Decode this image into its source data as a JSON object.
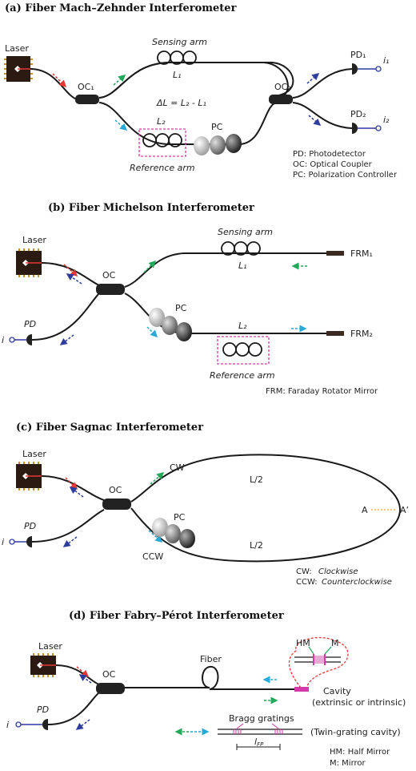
{
  "panel_a": {
    "title": "(a) Fiber Mach–Zehnder Interferometer",
    "laser": "Laser",
    "sensing_arm": "Sensing arm",
    "reference_arm": "Reference arm",
    "oc1": "OC₁",
    "oc2": "OC₂",
    "l1": "L₁",
    "l2": "L₂",
    "delta_l": "ΔL = L₂ - L₁",
    "pc": "PC",
    "pd1": "PD₁",
    "pd2": "PD₂",
    "i1": "i₁",
    "i2": "i₂",
    "legend": [
      "PD: Photodetector",
      "OC: Optical Coupler",
      "PC: Polarization Controller"
    ]
  },
  "panel_b": {
    "title": "(b) Fiber Michelson Interferometer",
    "laser": "Laser",
    "oc": "OC",
    "pd": "PD",
    "i": "i",
    "sensing_arm": "Sensing arm",
    "l1": "L₁",
    "l2": "L₂",
    "frm1": "FRM₁",
    "frm2": "FRM₂",
    "pc": "PC",
    "reference_arm": "Reference arm",
    "legend": "FRM: Faraday Rotator Mirror"
  },
  "panel_c": {
    "title": "(c) Fiber Sagnac Interferometer",
    "laser": "Laser",
    "oc": "OC",
    "pd": "PD",
    "i": "i",
    "cw": "CW",
    "ccw": "CCW",
    "l_half_top": "L/2",
    "l_half_bottom": "L/2",
    "pc": "PC",
    "a": "A",
    "a_prime": "A’",
    "legend_cw": "CW:",
    "legend_cw_text": "Clockwise",
    "legend_ccw": "CCW:",
    "legend_ccw_text": "Counterclockwise"
  },
  "panel_d": {
    "title": "(d) Fiber Fabry–Pérot Interferometer",
    "laser": "Laser",
    "oc": "OC",
    "pd": "PD",
    "i": "i",
    "fiber": "Fiber",
    "hm": "HM",
    "m": "M",
    "cavity": "Cavity",
    "cavity_note": "(extrinsic or intrinsic)",
    "bragg": "Bragg gratings",
    "twin": "(Twin-grating cavity)",
    "lfp": "l",
    "lfp_sub": "FP",
    "legend": [
      "HM: Half Mirror",
      "M: Mirror"
    ]
  },
  "colors": {
    "red_arrow": "#e53935",
    "green_arrow": "#1faa59",
    "cyan_arrow": "#29a9d6",
    "blue_arrow": "#2e3c9e",
    "highlight": "#d63aa8",
    "laser_body": "#2a1a12",
    "laser_pins": "#c8922a"
  }
}
